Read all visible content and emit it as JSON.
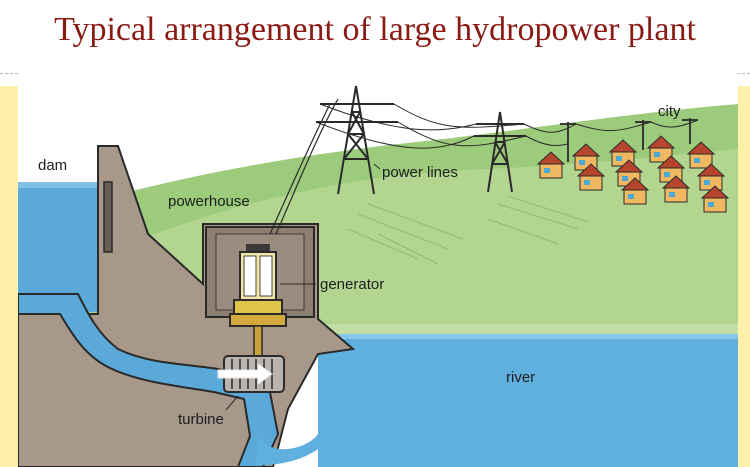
{
  "slide": {
    "title": "Typical arrangement of large hydropower plant"
  },
  "diagram": {
    "labels": {
      "dam": "dam",
      "powerhouse": "powerhouse",
      "power_lines": "power lines",
      "city": "city",
      "generator": "generator",
      "river": "river",
      "turbine": "turbine"
    },
    "colors": {
      "sky": "#ffffff",
      "hills": "#9ccb7c",
      "reservoir": "#5aa9d8",
      "river": "#5fb0df",
      "concrete": "#a7988a",
      "penstock_water": "#5aa9d8",
      "generator_yellow": "#e0c54a",
      "house_roof": "#b5452c",
      "house_wall": "#f0b860",
      "title": "#8a1a14"
    },
    "icons": [
      "transmission-tower-icon",
      "house-icon",
      "flow-arrow-icon"
    ]
  }
}
